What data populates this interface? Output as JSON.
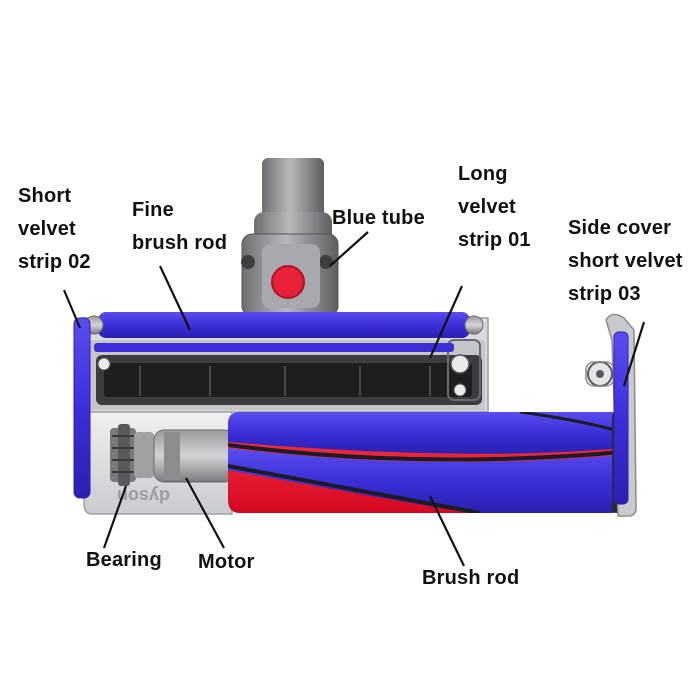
{
  "labels": {
    "short_velvet_strip_02": [
      "Short",
      "velvet",
      "strip 02"
    ],
    "fine_brush_rod": [
      "Fine",
      "brush rod"
    ],
    "blue_tube": [
      "Blue tube"
    ],
    "long_velvet_strip_01": [
      "Long",
      "velvet",
      "strip 01"
    ],
    "side_cover_velvet_strip_03": [
      "Side cover",
      "short velvet",
      "strip 03"
    ],
    "bearing": [
      "Bearing"
    ],
    "motor": [
      "Motor"
    ],
    "brush_rod": [
      "Brush rod"
    ]
  },
  "logo_text": "dyson",
  "colors": {
    "velvet_blue": "#3b2fd8",
    "velvet_red": "#f0102a",
    "metal_gray": "#8a8a8e",
    "button_red": "#e8203a",
    "label_text": "#111111"
  }
}
